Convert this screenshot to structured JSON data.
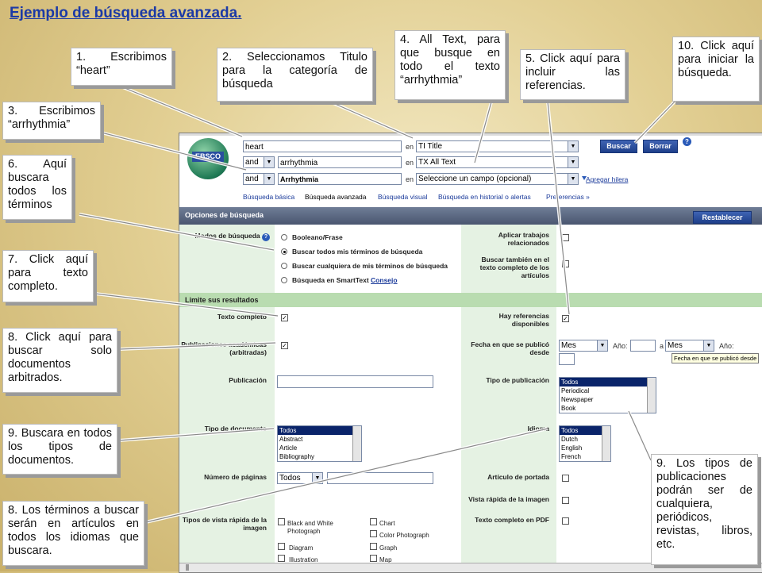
{
  "title": "Ejemplo de búsqueda avanzada.",
  "search": {
    "rows": [
      {
        "bool": "",
        "term": "heart",
        "en": "en",
        "field": "TI Title"
      },
      {
        "bool": "and",
        "term": "arrhythmia",
        "en": "en",
        "field": "TX All Text"
      },
      {
        "bool": "and",
        "term": "Arrhythmia",
        "en": "en",
        "field": "Seleccione un campo (opcional)"
      }
    ],
    "buscar": "Buscar",
    "borrar": "Borrar",
    "help": "?",
    "agregar": "Agregar hilera",
    "logo": "EBSCO"
  },
  "tabs": [
    "Búsqueda básica",
    "Búsqueda avanzada",
    "Búsqueda visual",
    "Búsqueda en historial o alertas",
    "Preferencias »"
  ],
  "options": {
    "header": "Opciones de búsqueda",
    "restablecer": "Restablecer",
    "modo_label": "Modos de búsqueda",
    "modes": [
      "Booleano/Frase",
      "Buscar todos mis términos de búsqueda",
      "Buscar cualquiera de mis términos de búsqueda",
      "Búsqueda en SmartText"
    ],
    "consejo": "Consejo",
    "aplicar": "Aplicar trabajos relacionados",
    "tambien": "Buscar también en el texto completo de los artículos"
  },
  "limits": {
    "header": "Limite sus resultados",
    "texto_completo": "Texto completo",
    "publicaciones": "Publicaciones académicas (arbitradas)",
    "publicacion": "Publicación",
    "tipo_documento": "Tipo de documento",
    "numero_paginas": "Número de páginas",
    "tipos_vista": "Tipos de vista rápida de la imagen",
    "hay_referencias": "Hay referencias disponibles",
    "fecha": "Fecha en que se publicó desde",
    "mes": "Mes",
    "anio": "Año:",
    "a": "a",
    "tooltip": "Fecha en que se publicó desde",
    "tipo_publicacion": "Tipo de publicación",
    "idioma": "Idioma",
    "articulo_portada": "Artículo de portada",
    "vista_rapida": "Vista rápida de la imagen",
    "texto_pdf": "Texto completo en PDF",
    "pub_types": [
      "Todos",
      "Periodical",
      "Newspaper",
      "Book"
    ],
    "doc_types": [
      "Todos",
      "Abstract",
      "Article",
      "Bibliography"
    ],
    "languages": [
      "Todos",
      "Dutch",
      "English",
      "French"
    ],
    "paginas": "Todos",
    "image_types": [
      "Black and White Photograph",
      "Chart",
      "Color Photograph",
      "Diagram",
      "Graph",
      "Illustration",
      "Map"
    ]
  },
  "callouts": {
    "c1": "1. Escribimos “heart”",
    "c2": "2. Seleccionamos Titulo para la categoría de búsqueda",
    "c3": "3. Escribimos “arrhythmia”",
    "c4": "4. All Text, para que busque en todo el texto “arrhythmia”",
    "c5": "5. Click aquí para incluir las referencias.",
    "c6": "6. Aquí buscara todos los términos",
    "c7": "7. Click aquí para texto completo.",
    "c8": "8. Click aquí para buscar solo documentos arbitrados.",
    "c9": "9. Buscara en todos los tipos de documentos.",
    "c8b": "8. Los términos a buscar serán en artículos en todos los idiomas que buscara.",
    "c9b": "9. Los tipos de publicaciones podrán ser de cualquiera, periódicos, revistas, libros, etc.",
    "c10": "10. Click aquí para iniciar la búsqueda."
  }
}
